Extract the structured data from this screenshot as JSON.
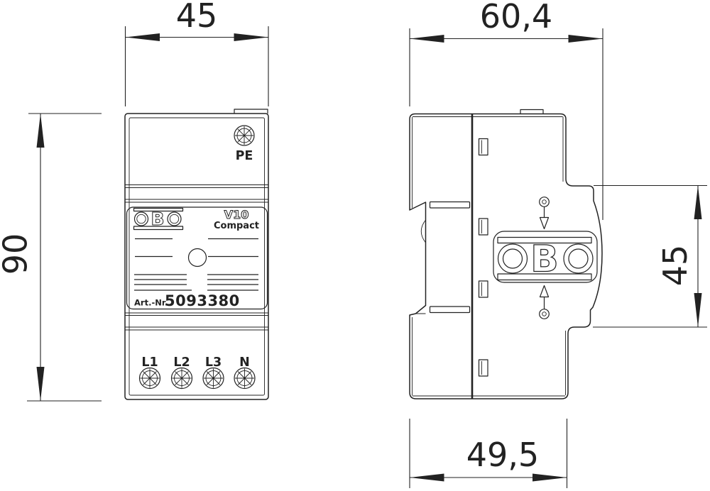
{
  "drawing": {
    "type": "technical-dimension-drawing",
    "background_color": "#ffffff",
    "line_color": "#222222",
    "views": {
      "front": {
        "pe_label": "PE",
        "logo_text": "OBO",
        "logo_letter_b": "B",
        "model_line1": "V10",
        "model_line2": "Compact",
        "art_label": "Art.-Nr.",
        "art_number": "5093380",
        "terminal_labels": [
          "L1",
          "L2",
          "L3",
          "N"
        ]
      },
      "side": {
        "logo_text": "OBO",
        "logo_letter_b": "B"
      }
    },
    "dimensions_mm": {
      "front_width": "45",
      "front_height": "90",
      "side_depth": "60,4",
      "side_height": "45",
      "side_bottom_width": "49,5"
    },
    "icons": {
      "pe_screw": "combi-screw-head",
      "terminal_screw": "combi-screw-head",
      "mounting_arrows": "keyhole-arrow"
    }
  }
}
